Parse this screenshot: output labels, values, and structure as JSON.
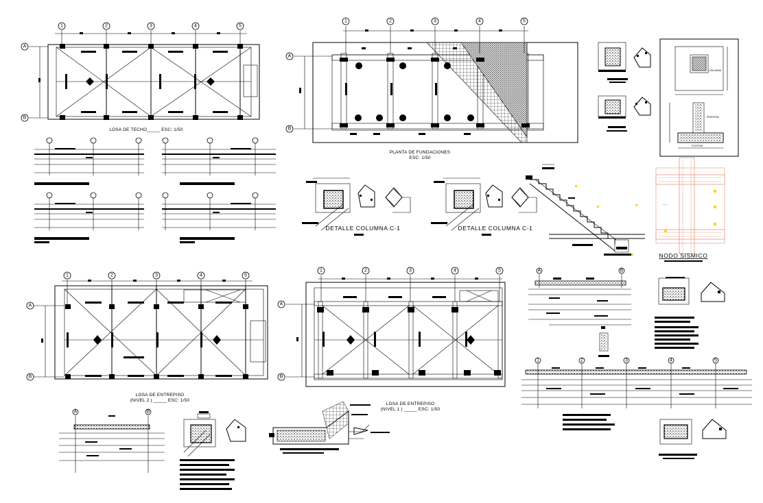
{
  "sheet": {
    "grid_axes": {
      "numbers": [
        "1",
        "2",
        "3",
        "4",
        "5"
      ],
      "letters": [
        "A",
        "B"
      ]
    },
    "titles": {
      "roof_slab": "LOSA DE TECHO_____ ESC: 1/50",
      "foundation": "PLANTA DE FUNDACIONES",
      "foundation_scale": "ESC: 1/50",
      "column_detail_1": "DETALLE COLUMNA C-1",
      "column_detail_2": "DETALLE COLUMNA C-1",
      "seismic_node": "NODO SISMICO",
      "slab_level2_a": "LOSA DE ENTREPISO",
      "slab_level2_b": "(NIVEL 2 ) _____ ESC: 1/50",
      "slab_level1_a": "LOSA DE ENTREPISO",
      "slab_level1_b": "(NIVEL 1 ) _____ ESC: 1/50"
    },
    "footing_labels": {
      "column": "COLUMNA",
      "pedestal": "PEDESTAL",
      "footing": "FOOTING"
    }
  }
}
